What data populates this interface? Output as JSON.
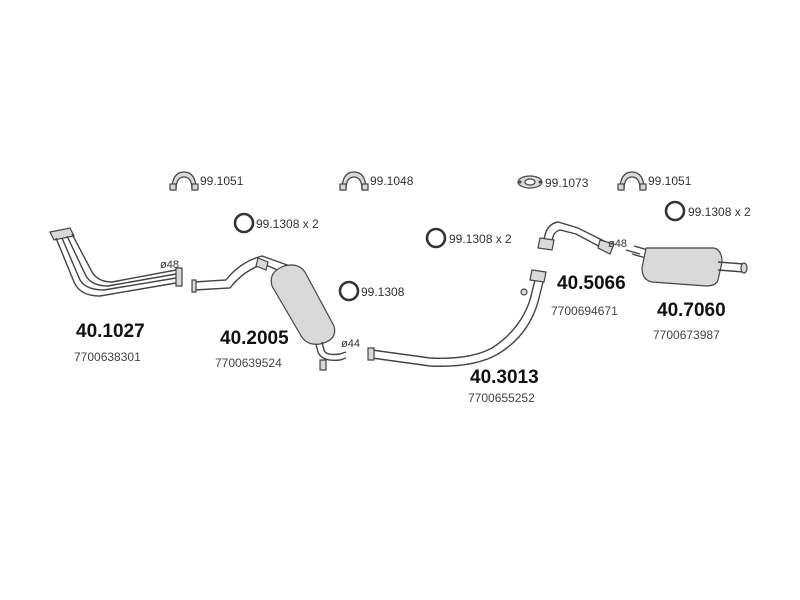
{
  "hardware": {
    "clamp_a": "99.1051",
    "clamp_b": "99.1048",
    "flange_gasket": "99.1073",
    "clamp_c": "99.1051",
    "ring_a": "99.1308 x 2",
    "ring_b": "99.1308 x 2",
    "ring_c": "99.1308 x 2",
    "ring_d": "99.1308"
  },
  "diameters": {
    "d1": "ø48",
    "d2": "ø44",
    "d3": "ø48"
  },
  "parts": [
    {
      "code": "40.1027",
      "oem": "7700638301"
    },
    {
      "code": "40.2005",
      "oem": "7700639524"
    },
    {
      "code": "40.3013",
      "oem": "7700655252"
    },
    {
      "code": "40.5066",
      "oem": "7700694671"
    },
    {
      "code": "40.7060",
      "oem": "7700673987"
    }
  ],
  "icons": [
    "clamp-icon",
    "flange-gasket-icon",
    "sealing-ring-icon"
  ]
}
